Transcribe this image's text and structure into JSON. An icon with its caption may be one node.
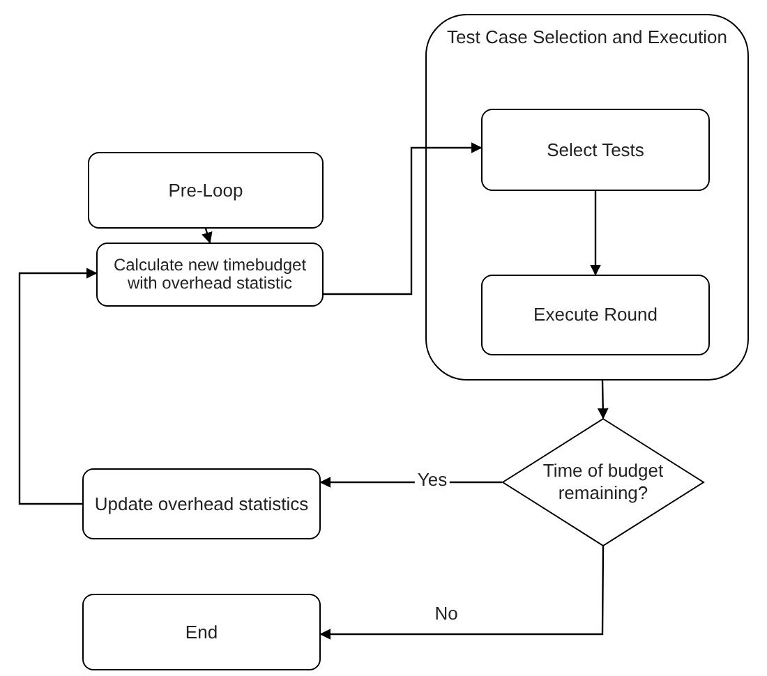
{
  "diagram": {
    "nodes": [
      {
        "text": [
          "Pre-Loop"
        ]
      },
      {
        "text": [
          "Calculate new timebudget with overhead statistic"
        ]
      },
      {
        "text": [
          "Test Case Selection and Execution"
        ]
      },
      {
        "text": [
          "Select Tests"
        ],
        "in": 2
      },
      {
        "text": [
          "Execute Round"
        ],
        "in": 2
      },
      {
        "text": [
          "Time of budget remaining?"
        ]
      },
      {
        "text": [
          "Update overhead statistics"
        ]
      },
      {
        "text": [
          "End"
        ]
      }
    ],
    "edges": [
      {
        "from": 0,
        "to": 1,
        "arrow": "to"
      },
      {
        "from": 1,
        "to": 3,
        "arrow": "to"
      },
      {
        "from": 3,
        "to": 4,
        "arrow": "to"
      },
      {
        "from": 2,
        "to": 5,
        "arrow": "to"
      },
      {
        "from": 5,
        "to": 6,
        "arrow": "to",
        "label": "Yes"
      },
      {
        "from": 6,
        "to": 1,
        "arrow": "to"
      },
      {
        "from": 5,
        "to": 7,
        "arrow": "to",
        "label": "No"
      }
    ]
  }
}
